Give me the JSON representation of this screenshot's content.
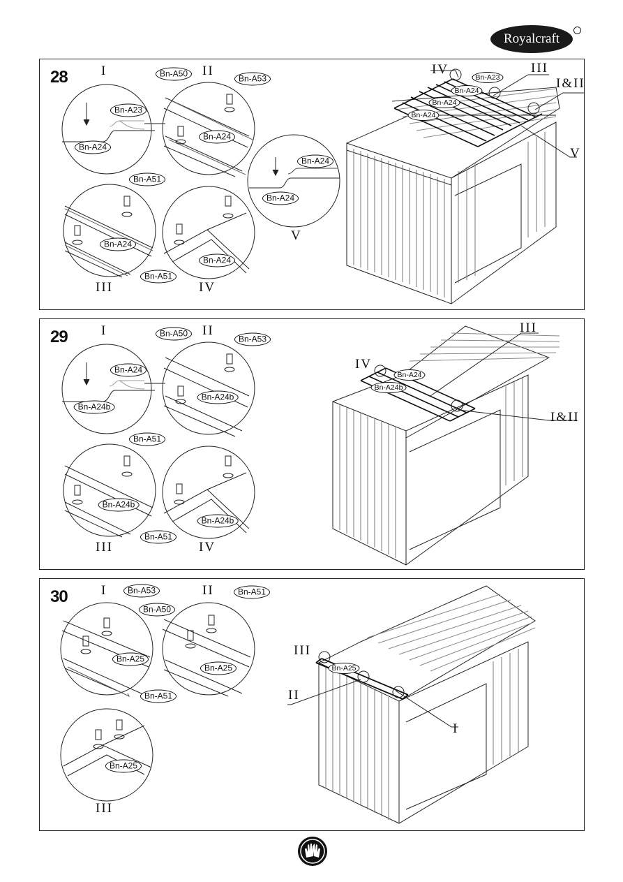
{
  "brand": {
    "name": "Royalcraft"
  },
  "icons": {
    "glove": "gloves-icon",
    "registered": "registered-mark-icon"
  },
  "steps": [
    {
      "number": "28",
      "romans": {
        "i": "I",
        "ii": "II",
        "iii": "III",
        "iv": "IV",
        "v": "V",
        "iv_main": "IV",
        "iii_main": "III",
        "i_ii_main": "I&II",
        "v_main": "V"
      },
      "tags": {
        "c1_top": "Bn-A23",
        "c1_bottom": "Bn-A24",
        "c2_top_left": "Bn-A50",
        "c2_top_right": "Bn-A53",
        "c2_bottom": "Bn-A24",
        "c5_top": "Bn-A24",
        "c5_bottom": "Bn-A24",
        "c3_top": "Bn-A51",
        "c3_bottom": "Bn-A24",
        "c4_left": "Bn-A51",
        "c4_bottom": "Bn-A24",
        "roof_1": "Bn-A23",
        "roof_2": "Bn-A24",
        "roof_3": "Bn-A24",
        "roof_4": "Bn-A24"
      }
    },
    {
      "number": "29",
      "romans": {
        "i": "I",
        "ii": "II",
        "iii": "III",
        "iv": "IV",
        "iii_main": "III",
        "iv_main": "IV",
        "i_ii_main": "I&II"
      },
      "tags": {
        "c1_top": "Bn-A24",
        "c1_bottom": "Bn-A24b",
        "c2_top_left": "Bn-A50",
        "c2_top_right": "Bn-A53",
        "c2_bottom": "Bn-A24b",
        "c3_top": "Bn-A51",
        "c3_bottom": "Bn-A24b",
        "c4_left": "Bn-A51",
        "c4_bottom": "Bn-A24b",
        "roof_1": "Bn-A24",
        "roof_2": "Bn-A24b"
      }
    },
    {
      "number": "30",
      "romans": {
        "i": "I",
        "ii": "II",
        "iii": "III",
        "iii_main": "III",
        "ii_main": "II",
        "i_main": "I"
      },
      "tags": {
        "c1_top_a": "Bn-A53",
        "c1_top_b": "Bn-A50",
        "c1_bottom": "Bn-A25",
        "c2_top": "Bn-A51",
        "c2_bottom": "Bn-A25",
        "c3_top": "Bn-A51",
        "c3_bottom": "Bn-A25",
        "roof_1": "Bn-A25"
      }
    }
  ]
}
